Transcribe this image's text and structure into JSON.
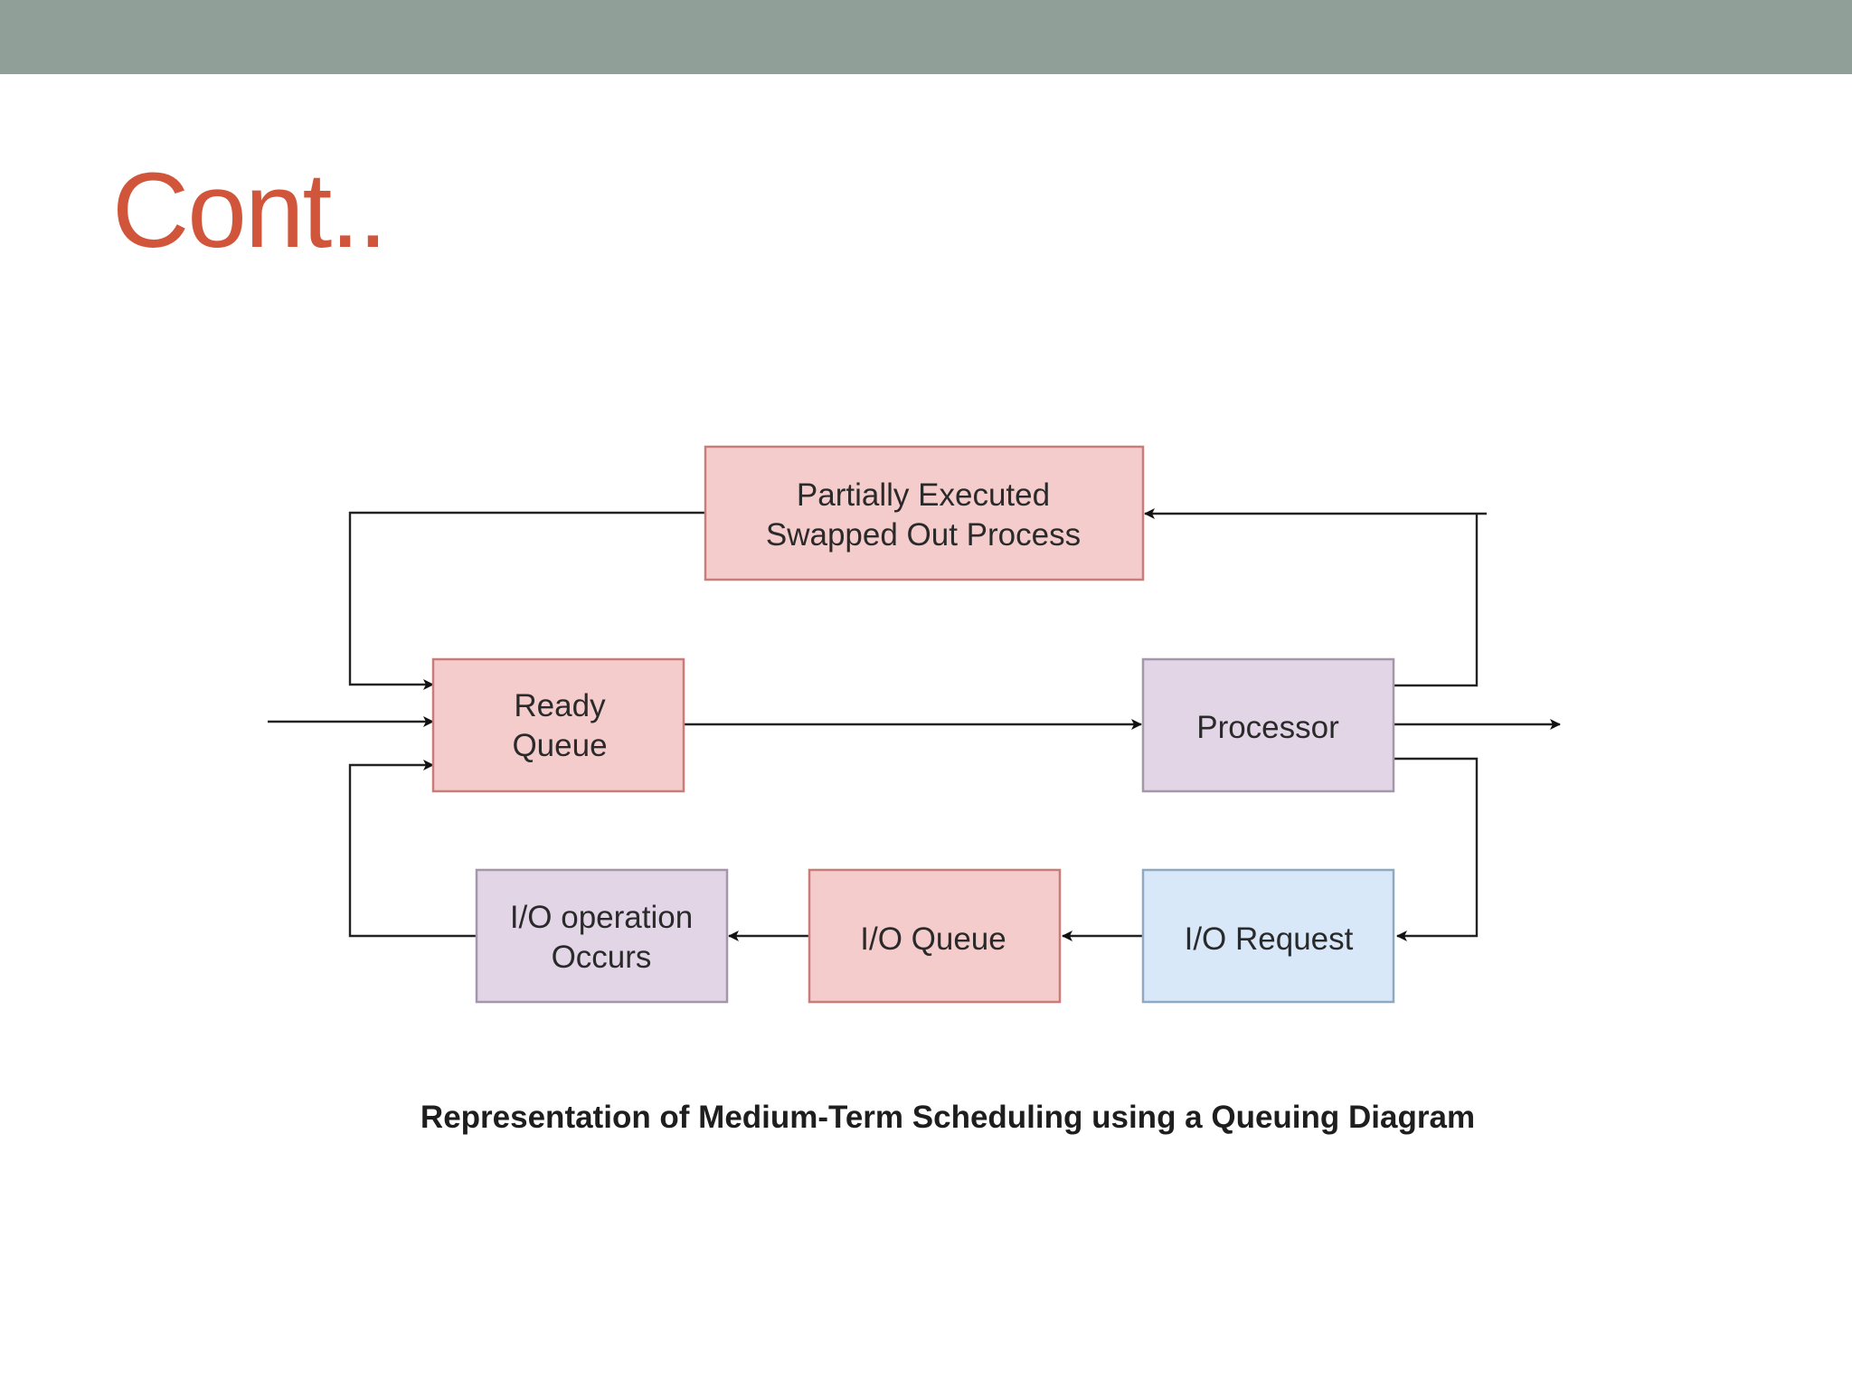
{
  "slide": {
    "title": "Cont..",
    "title_color": "#d1553a",
    "band_color": "#909f98"
  },
  "diagram": {
    "nodes": {
      "swapped": {
        "line1": "Partially Executed",
        "line2": "Swapped Out Process",
        "fill": "#f5cccc",
        "stroke": "#c97d78"
      },
      "ready": {
        "line1": "Ready",
        "line2": "Queue",
        "fill": "#f5cccc",
        "stroke": "#c97d78"
      },
      "processor": {
        "line1": "Processor",
        "fill": "#e2d5e6",
        "stroke": "#a696ab"
      },
      "io_operation": {
        "line1": "I/O operation",
        "line2": "Occurs",
        "fill": "#e2d5e6",
        "stroke": "#a696ab"
      },
      "io_queue": {
        "line1": "I/O Queue",
        "fill": "#f5cccc",
        "stroke": "#c97d78"
      },
      "io_request": {
        "line1": "I/O Request",
        "fill": "#d8e8f8",
        "stroke": "#8fa9c4"
      }
    },
    "caption": "Representation of Medium-Term Scheduling using a Queuing Diagram"
  }
}
